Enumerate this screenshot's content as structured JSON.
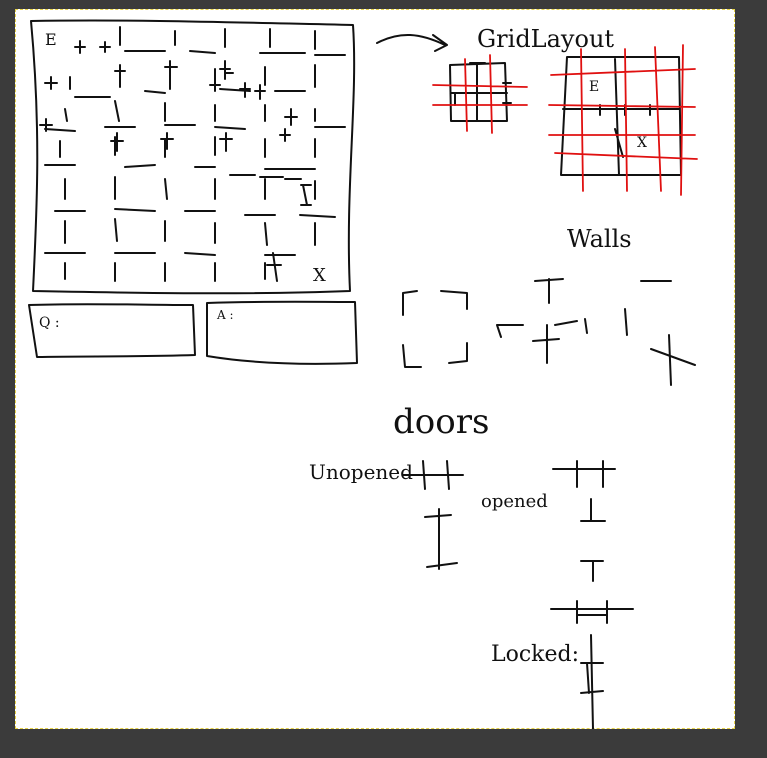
{
  "labels": {
    "grid_layout": "GridLayout",
    "walls": "Walls",
    "doors": "doors",
    "unopened": "Unopened",
    "opened": "opened",
    "locked": "Locked:",
    "panel_left": "Q :",
    "panel_right": "A :",
    "start_mark": "E",
    "exit_mark": "X"
  },
  "colors": {
    "ink": "#111111",
    "grid_red": "#e01010",
    "canvas": "#ffffff",
    "background": "#3b3b3b",
    "frame_dash": "#e6d34a"
  }
}
